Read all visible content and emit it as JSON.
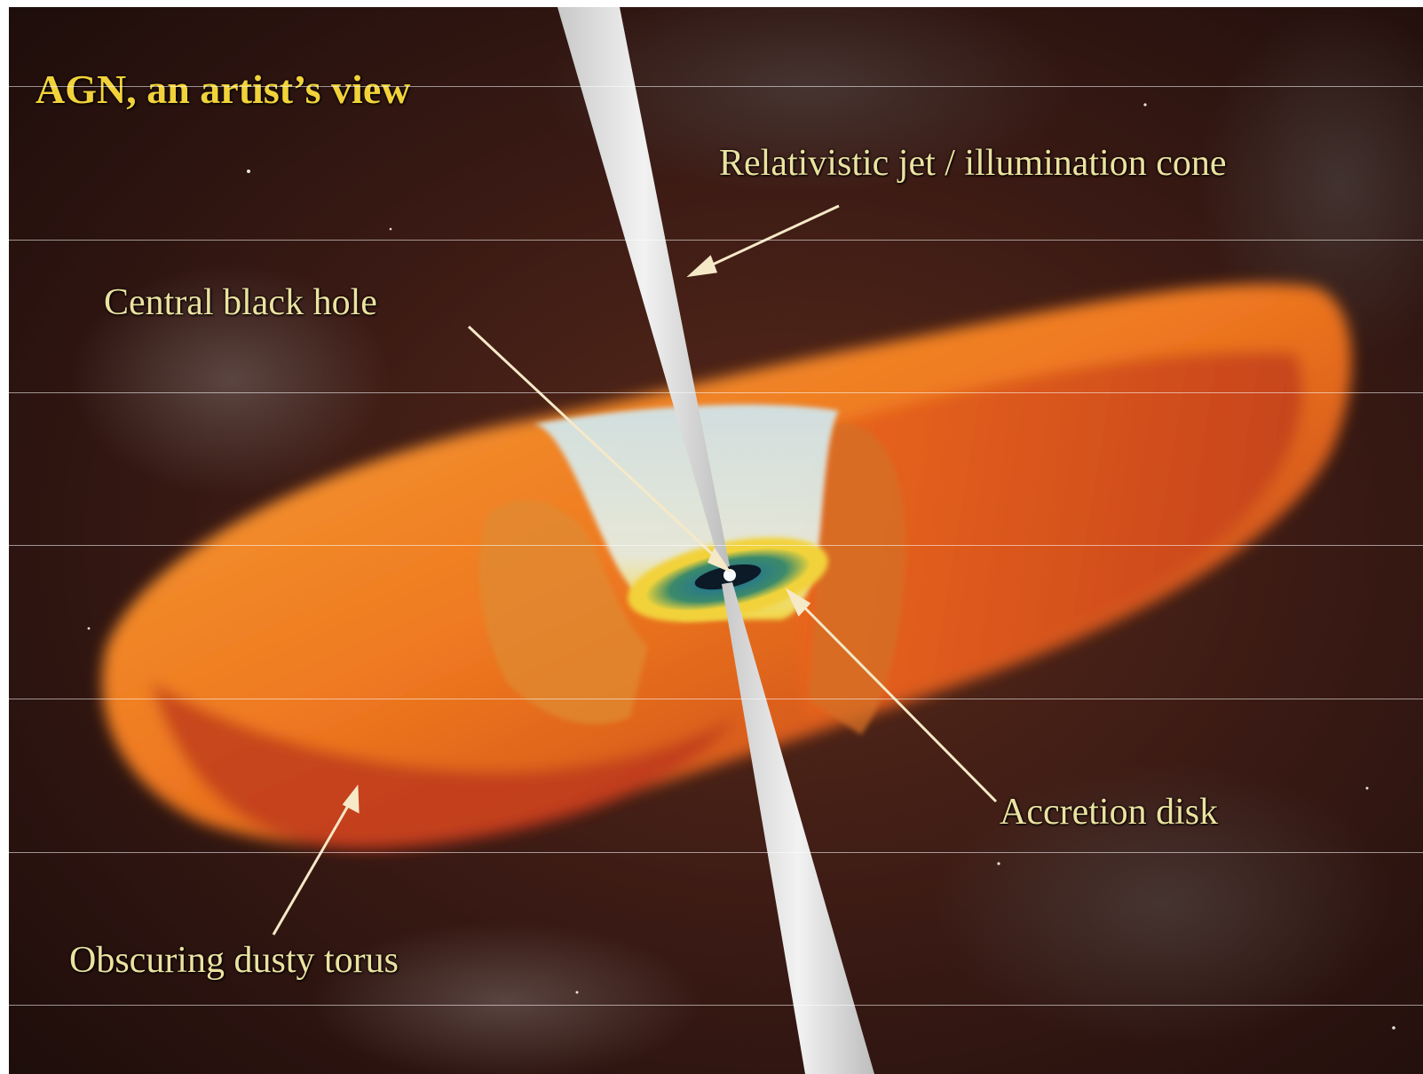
{
  "title": "AGN, an artist’s view",
  "labels": {
    "jet": "Relativistic jet / illumination cone",
    "black_hole": "Central black hole",
    "accretion_disk": "Accretion disk",
    "torus": "Obscuring dusty torus"
  },
  "colors": {
    "title": "#f2d23a",
    "label": "#ece2a0",
    "arrow": "#f6e9c8",
    "background": "#3a1c14",
    "torus_orange": "#f08a22",
    "torus_red": "#c63c14",
    "cone": "#d8ecf4",
    "disk": "#2e6f78"
  }
}
